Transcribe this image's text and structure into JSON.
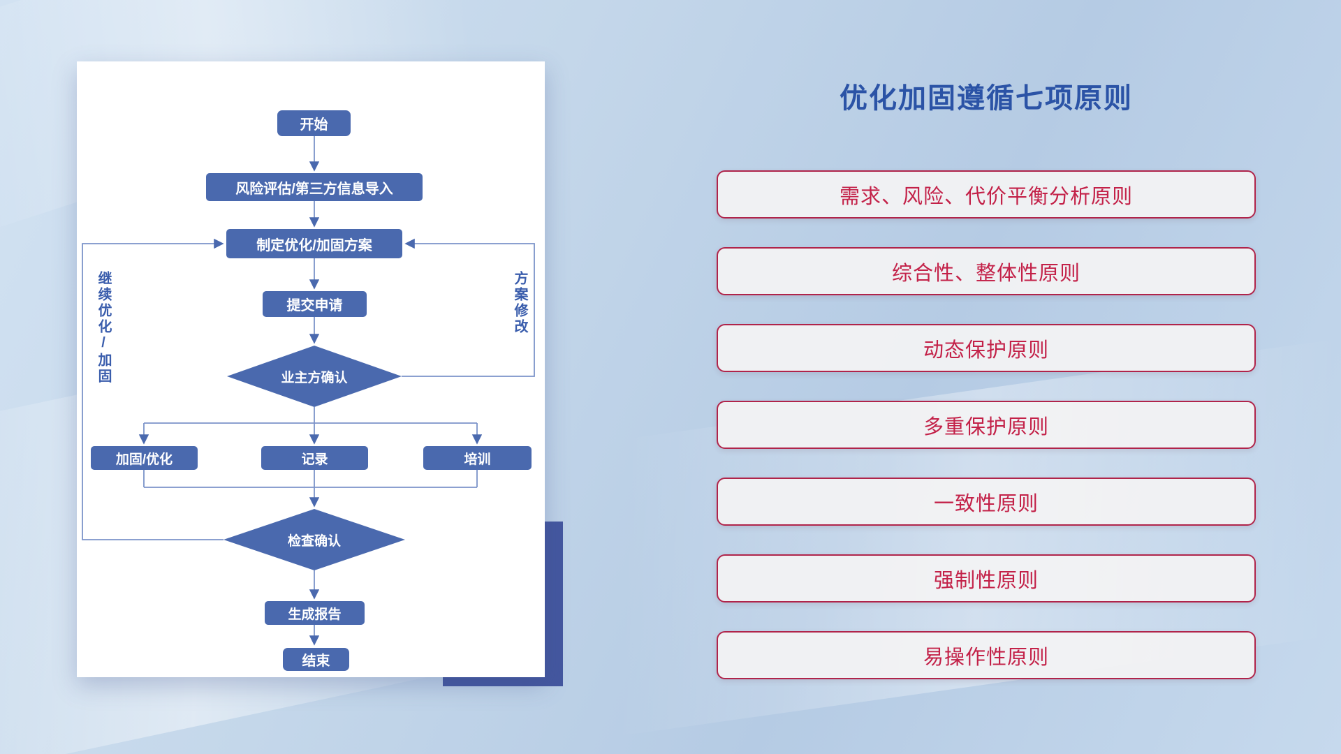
{
  "flowchart": {
    "nodes": {
      "start": "开始",
      "risk": "风险评估/第三方信息导入",
      "plan": "制定优化/加固方案",
      "submit": "提交申请",
      "owner_confirm": "业主方确认",
      "reinforce": "加固/优化",
      "record": "记录",
      "training": "培训",
      "check_confirm": "检查确认",
      "report": "生成报告",
      "end": "结束"
    },
    "loop_labels": {
      "left": "继续优化/加固",
      "right": "方案修改"
    }
  },
  "principles": {
    "title": "优化加固遵循七项原则",
    "items": [
      {
        "label": "需求、风险、代价平衡分析原则"
      },
      {
        "label": "综合性、整体性原则"
      },
      {
        "label": "动态保护原则"
      },
      {
        "label": "多重保护原则"
      },
      {
        "label": "一致性原则"
      },
      {
        "label": "强制性原则"
      },
      {
        "label": "易操作性原则"
      }
    ]
  },
  "colors": {
    "node_blue": "#4a69ae",
    "title_blue": "#2b53a6",
    "accent_red": "#c32148",
    "connector_blue": "#7b93c9"
  }
}
